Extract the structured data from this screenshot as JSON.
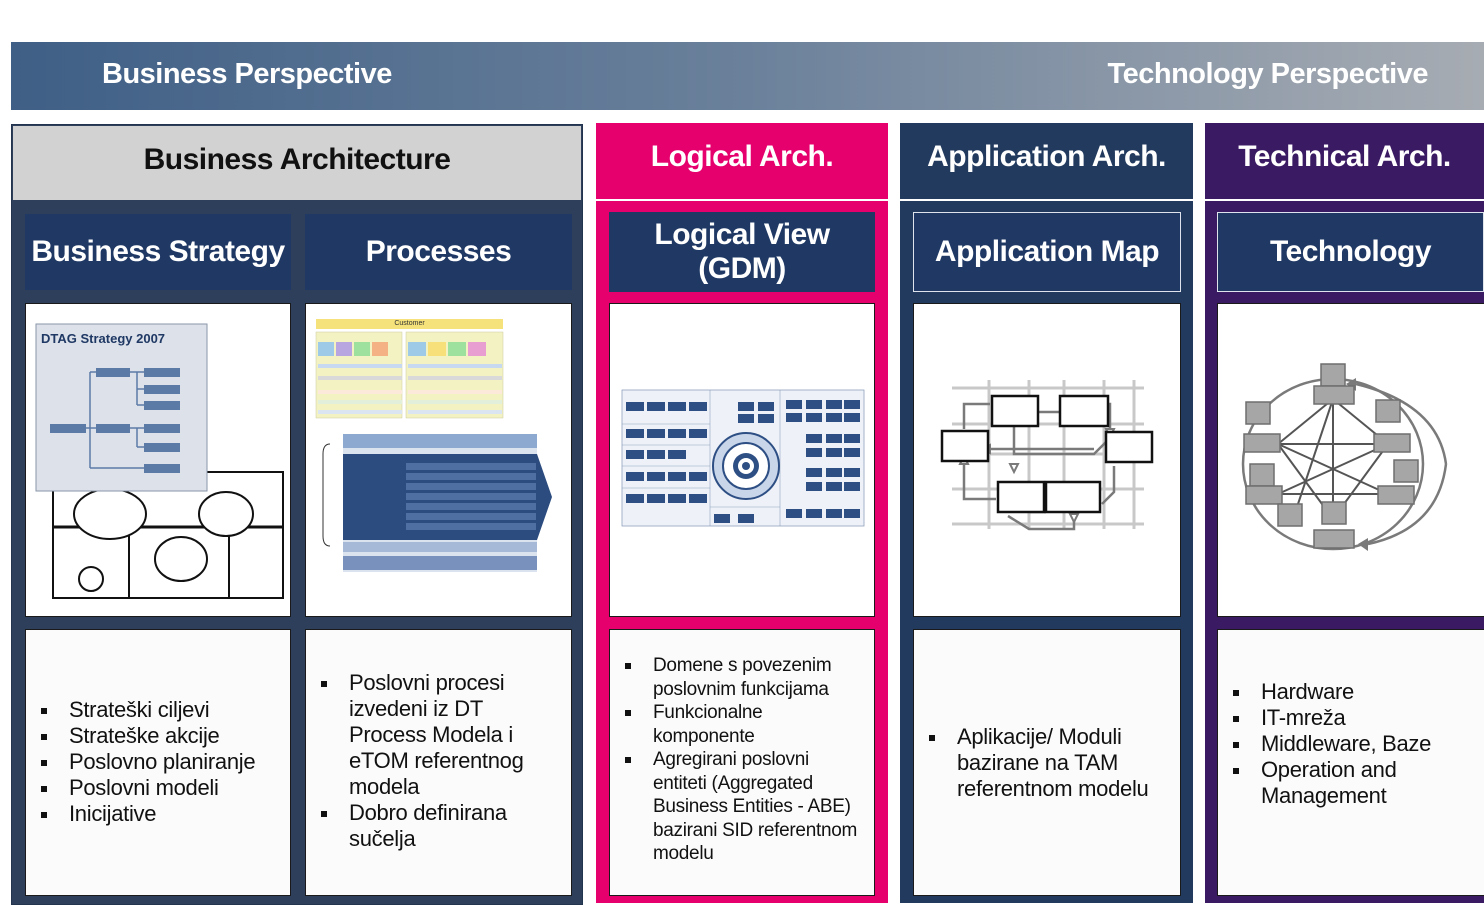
{
  "banner": {
    "left": "Business Perspective",
    "right": "Technology Perspective"
  },
  "columns": {
    "business": {
      "title": "Business Architecture"
    },
    "logical": {
      "title": "Logical Arch."
    },
    "application": {
      "title": "Application Arch."
    },
    "technical": {
      "title": "Technical Arch."
    }
  },
  "panels": {
    "strategy": {
      "title": "Business Strategy",
      "image_caption": "DTAG Strategy 2007",
      "bullets": [
        "Strateški ciljevi",
        "Strateške akcije",
        "Poslovno planiranje",
        "Poslovni modeli",
        "Inicijative"
      ]
    },
    "processes": {
      "title": "Processes",
      "image_label": "Customer",
      "bullets": [
        "Poslovni procesi izvedeni iz DT Process Modela i eTOM referentnog modela",
        "Dobro definirana sučelja"
      ]
    },
    "logical_view": {
      "title_line1": "Logical View",
      "title_line2": "(GDM)",
      "bullets": [
        "Domene s povezenim poslovnim funkcijama",
        "Funkcionalne komponente",
        "Agregirani poslovni entiteti (Aggregated Business Entities - ABE) bazirani SID referentnom modelu"
      ]
    },
    "application_map": {
      "title": "Application Map",
      "bullets": [
        "Aplikacije/ Moduli bazirane na TAM referentnom modelu"
      ]
    },
    "technology": {
      "title": "Technology",
      "bullets": [
        "Hardware",
        "IT-mreža",
        "Middleware, Baze",
        "Operation and Management"
      ]
    }
  },
  "colors": {
    "business_header": "#d2d2d2",
    "logical": "#e5006e",
    "application": "#223a5e",
    "technical": "#3a1a63",
    "subheader": "#1f3864"
  }
}
